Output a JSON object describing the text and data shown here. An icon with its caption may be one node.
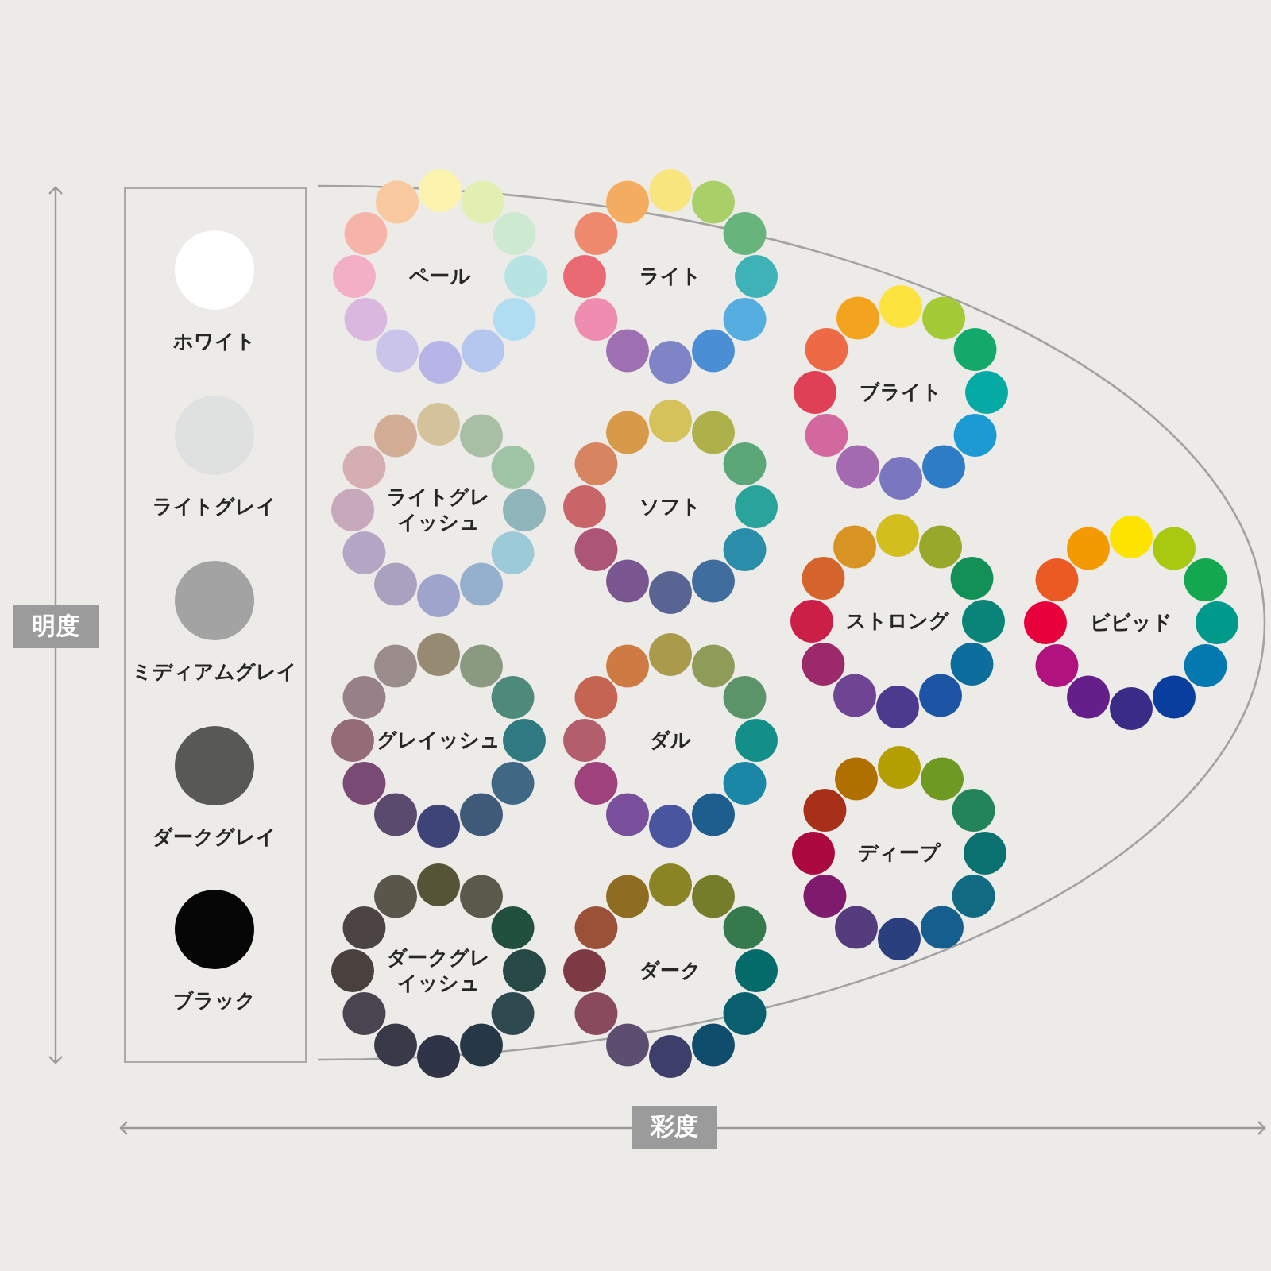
{
  "diagram": {
    "nodes": [
      {
        "text": [],
        "shape": "box"
      },
      {
        "text": [
          "ホワイト"
        ],
        "in": 0
      },
      {
        "text": [
          "ライトグレイ"
        ],
        "in": 0
      },
      {
        "text": [
          "ミディアムグレイ"
        ],
        "in": 0
      },
      {
        "text": [
          "ダークグレイ"
        ],
        "in": 0
      },
      {
        "text": [
          "ブラック"
        ],
        "in": 0
      },
      {
        "text": [
          "ペール"
        ]
      },
      {
        "text": [
          "ライト"
        ]
      },
      {
        "text": [
          "ブライト"
        ]
      },
      {
        "text": [
          "ライトグレイッシュ"
        ]
      },
      {
        "text": [
          "ソフト"
        ]
      },
      {
        "text": [
          "ストロング"
        ]
      },
      {
        "text": [
          "ビビッド"
        ]
      },
      {
        "text": [
          "グレイッシュ"
        ]
      },
      {
        "text": [
          "ダル"
        ]
      },
      {
        "text": [
          "ディープ"
        ]
      },
      {
        "text": [
          "ダークグレイッシュ"
        ]
      },
      {
        "text": [
          "ダーク"
        ]
      }
    ],
    "labels": [
      "明度",
      "彩度"
    ]
  }
}
